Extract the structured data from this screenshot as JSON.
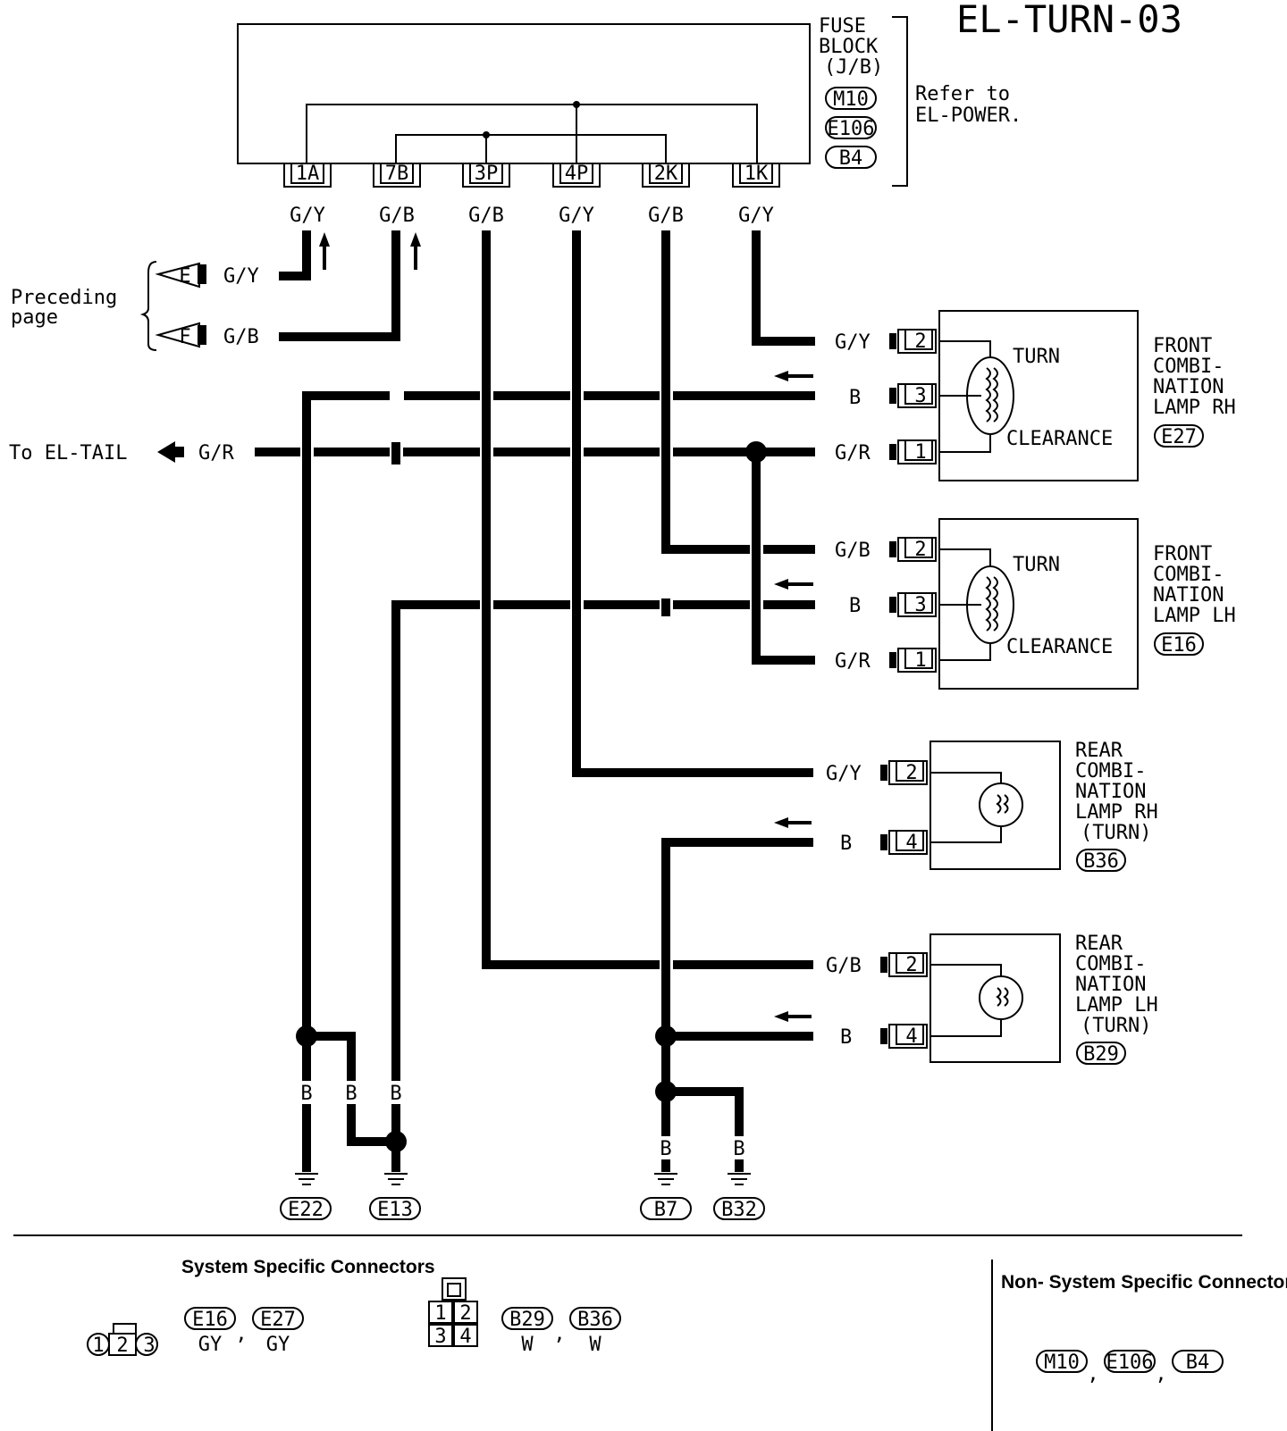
{
  "title": "EL-TURN-03",
  "fuse_block": {
    "label_lines": [
      "FUSE",
      "BLOCK",
      "(J/B)"
    ],
    "connectors": [
      "M10",
      "E106",
      "B4"
    ],
    "refer_lines": [
      "Refer to",
      "EL-POWER."
    ],
    "terminals": [
      "1A",
      "7B",
      "3P",
      "4P",
      "2K",
      "1K"
    ],
    "terminal_wires": [
      "G/Y",
      "G/B",
      "G/B",
      "G/Y",
      "G/B",
      "G/Y"
    ]
  },
  "preceding": {
    "label_lines": [
      "Preceding",
      "page"
    ],
    "e": {
      "letter": "E",
      "wire": "G/Y"
    },
    "f": {
      "letter": "F",
      "wire": "G/B"
    }
  },
  "to_tail": {
    "label": "To EL-TAIL",
    "wire": "G/R"
  },
  "front_rh": {
    "name_lines": [
      "FRONT",
      "COMBI-",
      "NATION",
      "LAMP RH"
    ],
    "connector": "E27",
    "pins": [
      "2",
      "3",
      "1"
    ],
    "wires": [
      "G/Y",
      "B",
      "G/R"
    ],
    "turn": "TURN",
    "clearance": "CLEARANCE"
  },
  "front_lh": {
    "name_lines": [
      "FRONT",
      "COMBI-",
      "NATION",
      "LAMP LH"
    ],
    "connector": "E16",
    "pins": [
      "2",
      "3",
      "1"
    ],
    "wires": [
      "G/B",
      "B",
      "G/R"
    ],
    "turn": "TURN",
    "clearance": "CLEARANCE"
  },
  "rear_rh": {
    "name_lines": [
      "REAR",
      "COMBI-",
      "NATION",
      "LAMP RH",
      "(TURN)"
    ],
    "connector": "B36",
    "pins": [
      "2",
      "4"
    ],
    "wires": [
      "G/Y",
      "B"
    ]
  },
  "rear_lh": {
    "name_lines": [
      "REAR",
      "COMBI-",
      "NATION",
      "LAMP LH",
      "(TURN)"
    ],
    "connector": "B29",
    "pins": [
      "2",
      "4"
    ],
    "wires": [
      "G/B",
      "B"
    ]
  },
  "grounds": {
    "wires": [
      "B",
      "B",
      "B",
      "B",
      "B"
    ],
    "labels": [
      "E22",
      "E13",
      "B7",
      "B32"
    ]
  },
  "footer": {
    "system_title": "System Specific Connectors",
    "non_system_title": "Non- System Specific Connectors",
    "conn3_pins": [
      "1",
      "2",
      "3"
    ],
    "conn3_ids": [
      "E16",
      "E27"
    ],
    "conn3_colors": [
      "GY",
      "GY"
    ],
    "conn4_pins": [
      "1",
      "2",
      "3",
      "4"
    ],
    "conn4_ids": [
      "B29",
      "B36"
    ],
    "conn4_colors": [
      "W",
      "W"
    ],
    "non_system_ids": [
      "M10",
      "E106",
      "B4"
    ],
    "sep": ","
  }
}
